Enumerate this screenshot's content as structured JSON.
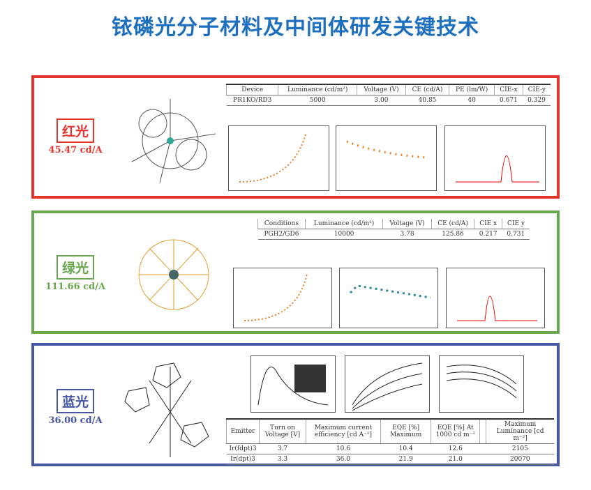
{
  "title": "铱磷光分子材料及中间体研发关键技术",
  "red": {
    "label": "红光",
    "value": "45.47 cd/A",
    "headers": [
      "Device",
      "Luminance (cd/m²)",
      "Voltage (V)",
      "CE (cd/A)",
      "PE (lm/W)",
      "CIE-x",
      "CIE-y"
    ],
    "row": [
      "PR1KO/RD3",
      "5000",
      "3.00",
      "40.85",
      "40",
      "0.671",
      "0.329"
    ]
  },
  "green": {
    "label": "绿光",
    "value": "111.66 cd/A",
    "headers": [
      "Conditions",
      "Luminance (cd/m²)",
      "Voltage (V)",
      "CE (cd/A)",
      "CIE x",
      "CIE y"
    ],
    "row": [
      "PGH2/GD6",
      "10000",
      "3.78",
      "125.86",
      "0.217",
      "0.731"
    ]
  },
  "blue": {
    "label": "蓝光",
    "value": "36.00 cd/A",
    "headers": [
      "Emitter",
      "Turn on Voltage [V]",
      "Maximum current efficiency [cd A⁻¹]",
      "EQE [%] Maximum",
      "EQE [%] At 1000 cd m⁻²",
      "",
      "Maximum Luminance [cd m⁻²]"
    ],
    "rows": [
      [
        "Ir(fdpt)3",
        "3.7",
        "10.6",
        "10.4",
        "12.6",
        "",
        "2105"
      ],
      [
        "Ir(dpt)3",
        "3.3",
        "36.0",
        "21.9",
        "21.0",
        "",
        "20070"
      ]
    ]
  },
  "colors": {
    "red": "#e8332c",
    "green": "#6aa84f",
    "blue": "#4756a5",
    "title": "#1d6fc0"
  }
}
